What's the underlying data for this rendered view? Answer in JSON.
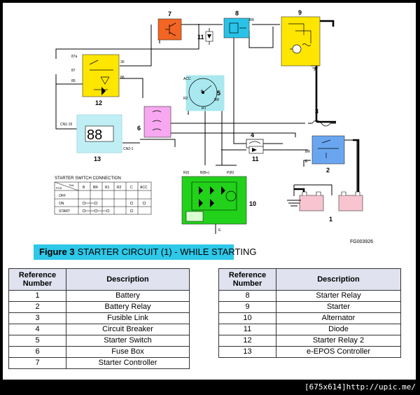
{
  "figure": {
    "number_label": "Figure 3",
    "title": "STARTER CIRCUIT (1) - WHILE STARTING",
    "code": "FG003926"
  },
  "components": {
    "c1": "1",
    "c2": "2",
    "c3": "3",
    "c4": "4",
    "c5": "5",
    "c6": "6",
    "c7": "7",
    "c8": "8",
    "c9": "9",
    "c10": "10",
    "c11": "11",
    "c12": "12",
    "c13": "13"
  },
  "pins": {
    "relay12_87a": "87a",
    "relay12_87": "87",
    "relay12_85": "85",
    "relay12_30": "30",
    "relay12_86": "86",
    "switch_acc": "ACC",
    "switch_b": "B",
    "switch_r2": "R2",
    "switch_r1": "R1",
    "switch_br": "BR",
    "cn1": "CN1-15",
    "cn2": "CN2-1",
    "alt_r": "R(I)",
    "alt_b": "B(B+)",
    "alt_p": "P(R)",
    "alt_e": "E",
    "relay2_br": "BR",
    "relay2_e": "E",
    "relay8_br": "BR"
  },
  "switch_table": {
    "title": "STARTER SWITCH CONNECTION",
    "corner_top": "TML",
    "corner_bottom": "POS",
    "headers": [
      "B",
      "BR",
      "R1",
      "R2",
      "C",
      "ACC"
    ],
    "rows": [
      "OFF",
      "ON",
      "START"
    ]
  },
  "reference_left": {
    "header_number": "Reference Number",
    "header_desc": "Description",
    "rows": [
      {
        "num": "1",
        "desc": "Battery"
      },
      {
        "num": "2",
        "desc": "Battery Relay"
      },
      {
        "num": "3",
        "desc": "Fusible Link"
      },
      {
        "num": "4",
        "desc": "Circuit Breaker"
      },
      {
        "num": "5",
        "desc": "Starter Switch"
      },
      {
        "num": "6",
        "desc": "Fuse Box"
      },
      {
        "num": "7",
        "desc": "Starter Controller"
      }
    ]
  },
  "reference_right": {
    "header_number": "Reference Number",
    "header_desc": "Description",
    "rows": [
      {
        "num": "8",
        "desc": "Starter Relay"
      },
      {
        "num": "9",
        "desc": "Starter"
      },
      {
        "num": "10",
        "desc": "Alternator"
      },
      {
        "num": "11",
        "desc": "Diode"
      },
      {
        "num": "12",
        "desc": "Starter Relay 2"
      },
      {
        "num": "13",
        "desc": "e-EPOS Controller"
      }
    ]
  },
  "watermark": "[675x614]http://upic.me/",
  "colors": {
    "controller": "#f26522",
    "starter_relay": "#29c3e8",
    "starter": "#ffe600",
    "relay2": "#ffe600",
    "switch": "#a8e8ee",
    "fuse_box": "#f7a8f0",
    "epos": "#bfeff4",
    "battery": "#f8c4d0",
    "battery_relay": "#6aa6f0",
    "alternator": "#22d11a",
    "caption_bar": "#2ec8e8"
  }
}
